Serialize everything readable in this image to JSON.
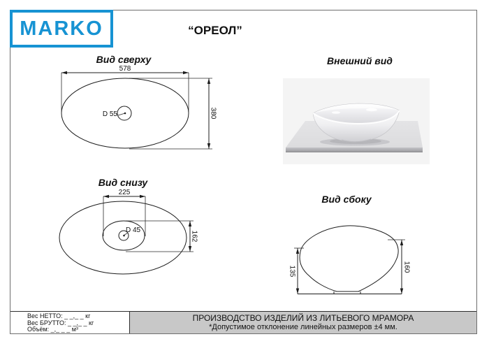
{
  "header": {
    "logo_text": "MARKO",
    "product_title": "“ОРЕОЛ”"
  },
  "views": {
    "top": {
      "title": "Вид сверху",
      "width": "578",
      "height": "380",
      "drain": "D 55"
    },
    "external": {
      "title": "Внешний вид"
    },
    "bottom": {
      "title": "Вид снизу",
      "width": "225",
      "height": "162",
      "drain": "D 45"
    },
    "side": {
      "title": "Вид сбоку",
      "height_left": "135",
      "height_right": "160"
    }
  },
  "footer": {
    "net_weight": "Вес НЕТТО: _ _,_ _  кг",
    "gross_weight": "Вес БРУТТО: _ _,_ _  кг",
    "volume": "Объём: _,_ _ _  м³",
    "production": "ПРОИЗВОДСТВО ИЗДЕЛИЙ ИЗ ЛИТЬЕВОГО МРАМОРА",
    "tolerance": "*Допустимое отклонение линейных размеров ±4 мм."
  },
  "colors": {
    "brand_blue": "#1793d3",
    "footer_gray": "#c8c8c8"
  }
}
